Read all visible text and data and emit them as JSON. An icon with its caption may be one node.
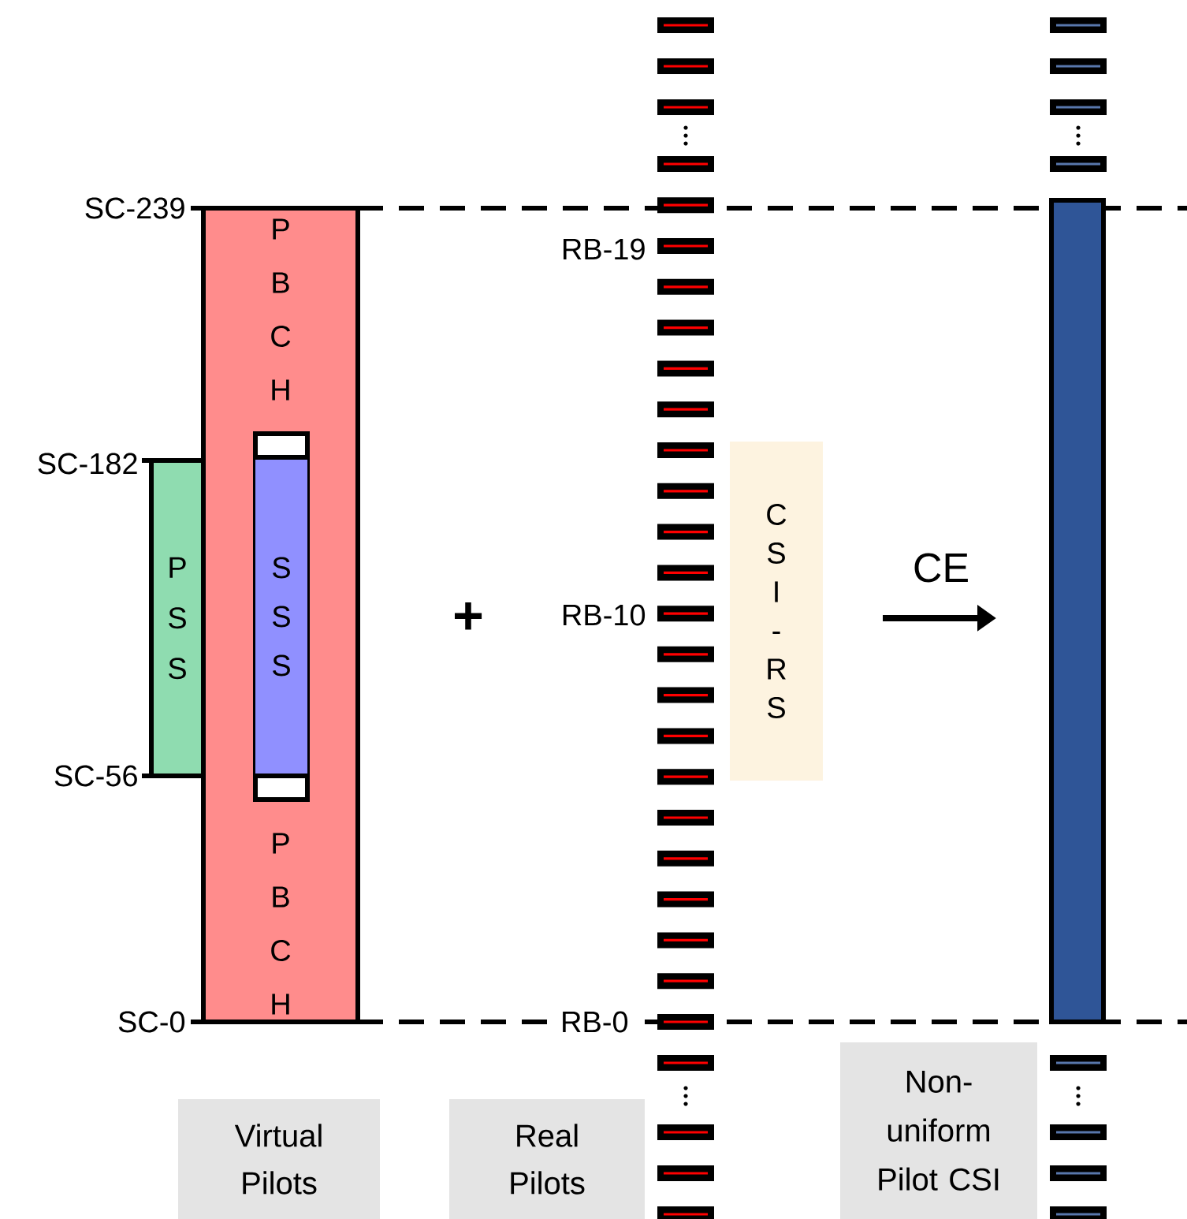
{
  "diagram": {
    "nodes": [
      {
        "text": [
          "P B C H",
          "P B C H"
        ]
      },
      {
        "text": [
          "P S S"
        ]
      },
      {
        "text": [
          "S S S"
        ],
        "in": 0
      },
      {
        "text": [
          "C S I - R S"
        ]
      },
      {
        "text": [
          "Virtual Pilots"
        ]
      },
      {
        "text": [
          "Real Pilots"
        ]
      },
      {
        "text": [
          "Non-uniform Pilot CSI"
        ]
      },
      {
        "text": [],
        "shape": "bar"
      }
    ],
    "labels": [
      "SC-239",
      "SC-182",
      "SC-56",
      "SC-0",
      "RB-19",
      "RB-10",
      "RB-0",
      "+",
      "CE"
    ]
  }
}
